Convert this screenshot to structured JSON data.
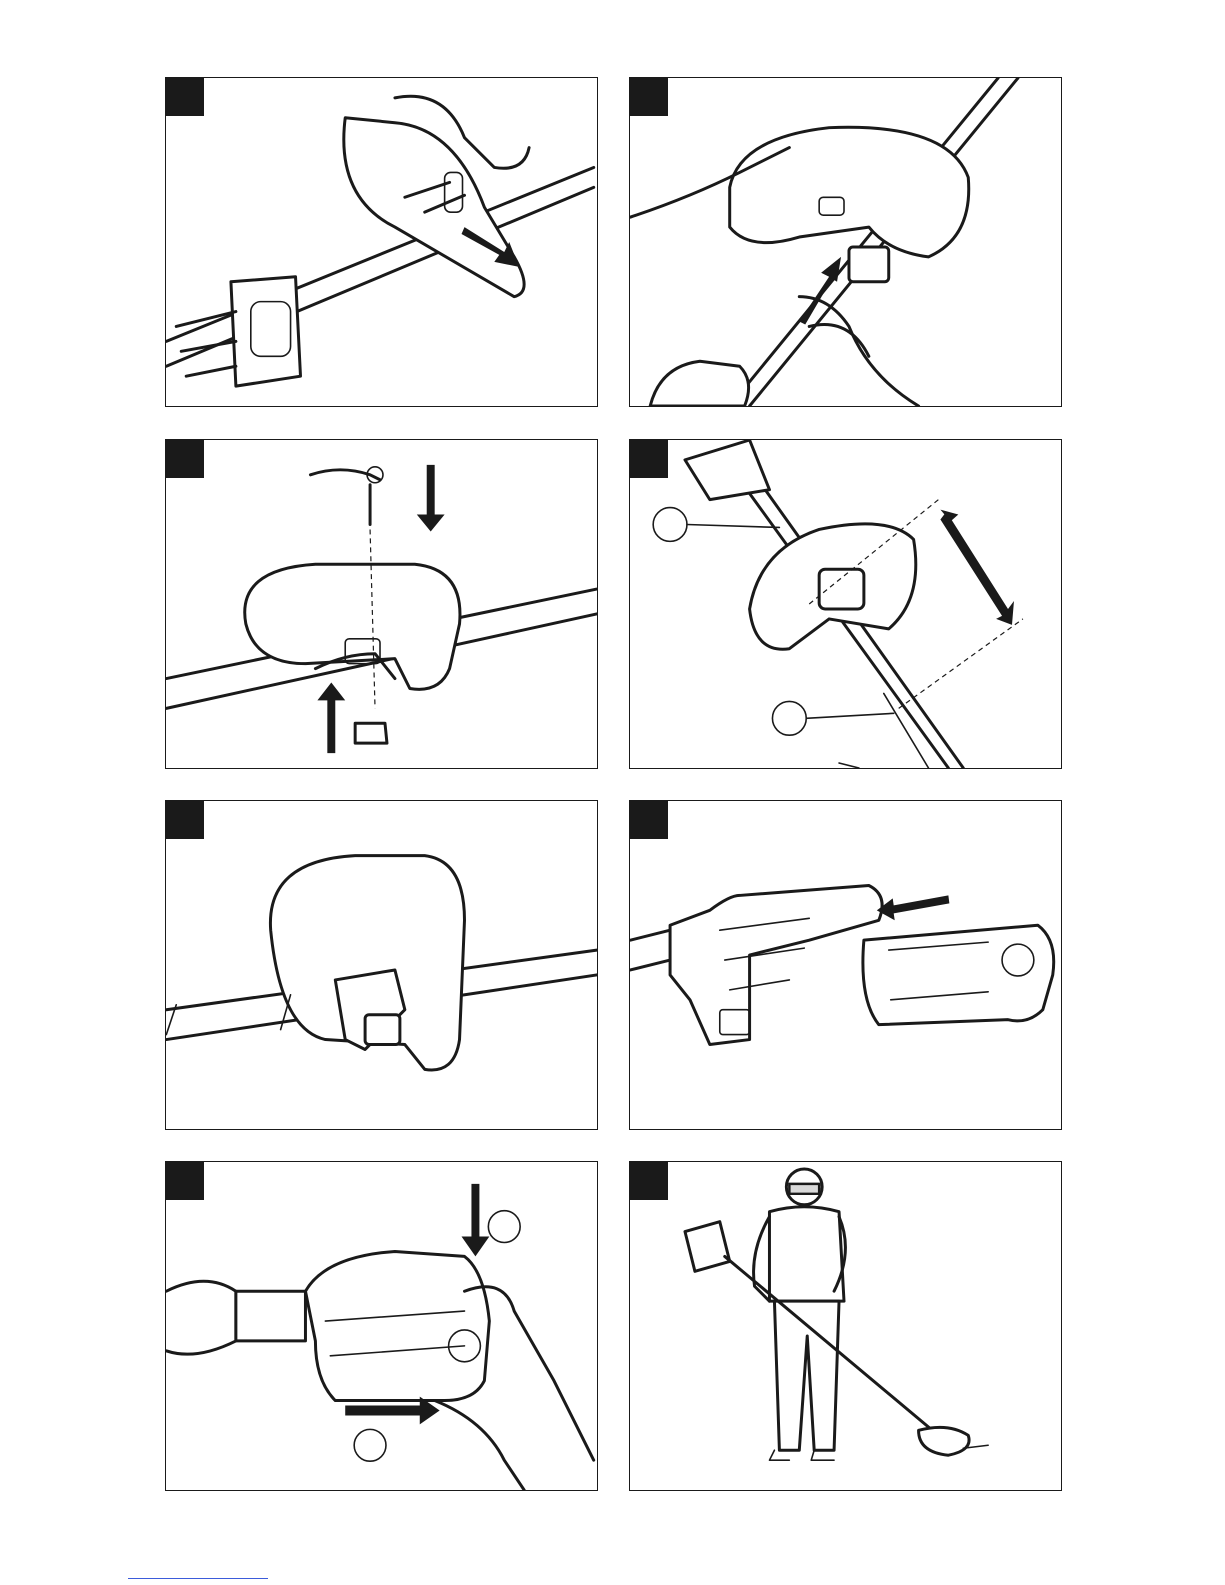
{
  "figures": [
    {
      "id": "fig-1"
    },
    {
      "id": "fig-2"
    },
    {
      "id": "fig-3"
    },
    {
      "id": "fig-4"
    },
    {
      "id": "fig-5"
    },
    {
      "id": "fig-6"
    },
    {
      "id": "fig-7"
    },
    {
      "id": "fig-8"
    }
  ],
  "icons": [
    "arrow-icon",
    "callout-circle-icon"
  ],
  "colors": {
    "ink": "#1a1a1a",
    "paper": "#ffffff",
    "footer_rule": "#3b5bdb"
  }
}
